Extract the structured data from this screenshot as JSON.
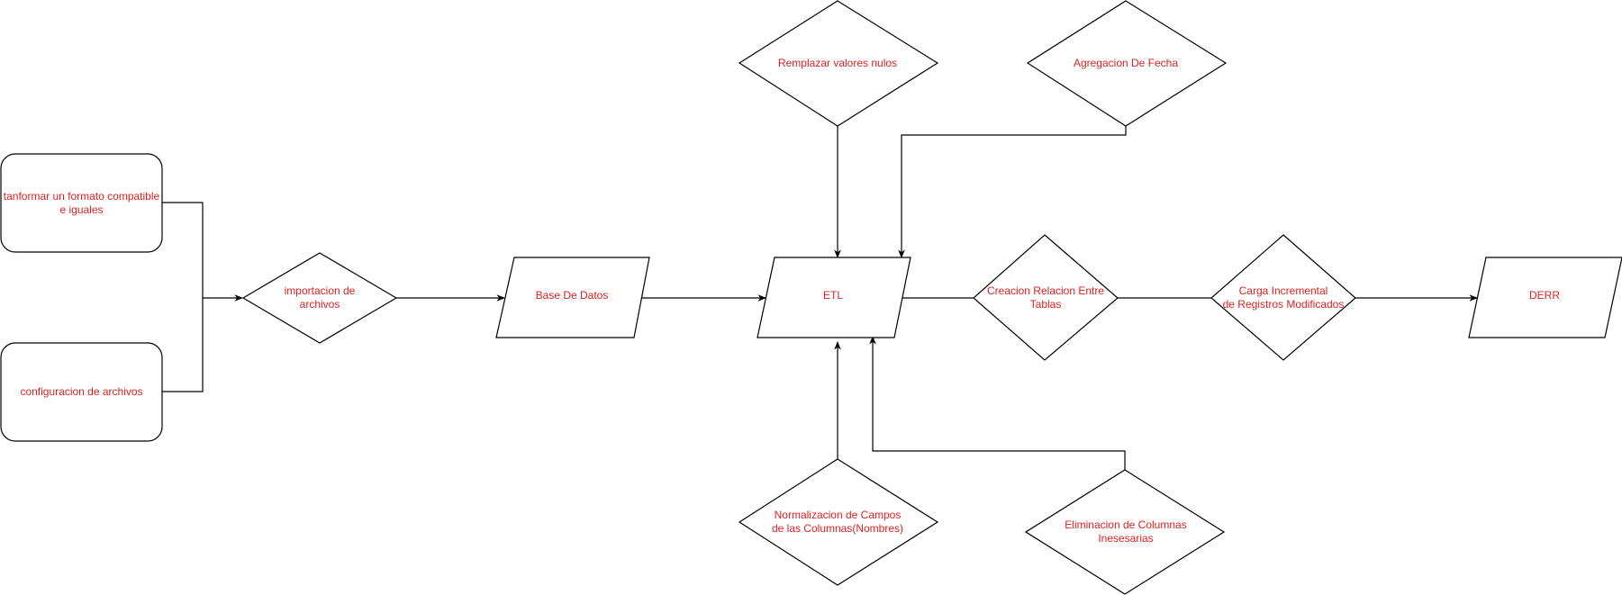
{
  "colors": {
    "label_text": "#e02020",
    "stroke": "#000000",
    "fill": "#ffffff"
  },
  "nodes": {
    "tanformar": "tanformar un formato compatible\ne iguales",
    "configuracion": "configuracion de archivos",
    "importacion": "importacion de\narchivos",
    "base_datos": "Base De Datos",
    "etl": "ETL",
    "remplazar": "Remplazar valores nulos",
    "agregacion": "Agregacion De Fecha",
    "normalizacion": "Normalizacion de Campos\nde las Columnas(Nombres)",
    "eliminacion": "Eliminacion de Columnas\nInesesarias",
    "creacion": "Creacion Relacion Entre\nTablas",
    "carga": "Carga Incremental\nde Registros Modificados",
    "derr": "DERR"
  }
}
